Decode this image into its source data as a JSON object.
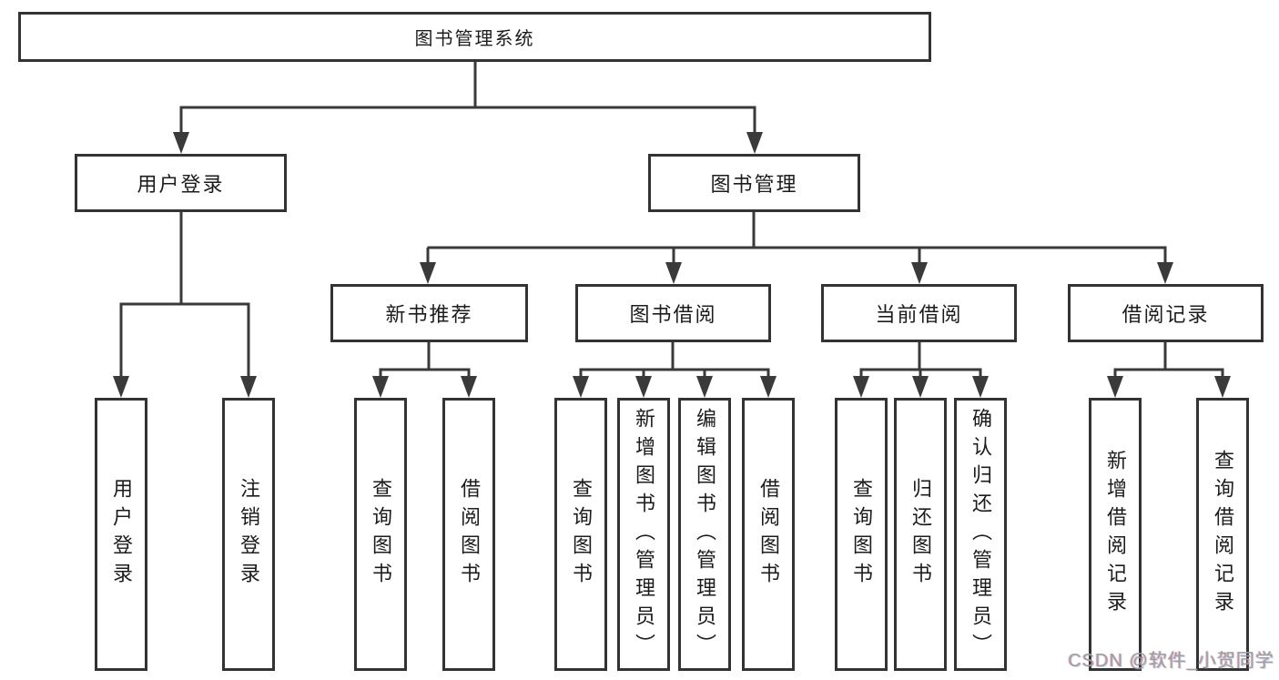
{
  "colors": {
    "background": "#ffffff",
    "line": "#3a3a3a",
    "box_border": "#333333",
    "text": "#1c1c1c",
    "watermark_text": "#9e9e9e"
  },
  "tree": {
    "label": "图书管理系统",
    "children": [
      {
        "label": "用户登录",
        "children": [
          {
            "label": "用户登录"
          },
          {
            "label": "注销登录"
          }
        ]
      },
      {
        "label": "图书管理",
        "children": [
          {
            "label": "新书推荐",
            "children": [
              {
                "label": "查询图书"
              },
              {
                "label": "借阅图书"
              }
            ]
          },
          {
            "label": "图书借阅",
            "children": [
              {
                "label": "查询图书"
              },
              {
                "label": "新增图书（管理员）"
              },
              {
                "label": "编辑图书（管理员）"
              },
              {
                "label": "借阅图书"
              }
            ]
          },
          {
            "label": "当前借阅",
            "children": [
              {
                "label": "查询图书"
              },
              {
                "label": "归还图书"
              },
              {
                "label": "确认归还（管理员）"
              }
            ]
          },
          {
            "label": "借阅记录",
            "children": [
              {
                "label": "新增借阅记录"
              },
              {
                "label": "查询借阅记录"
              }
            ]
          }
        ]
      }
    ]
  },
  "watermark": "CSDN @软件_小贺同学"
}
